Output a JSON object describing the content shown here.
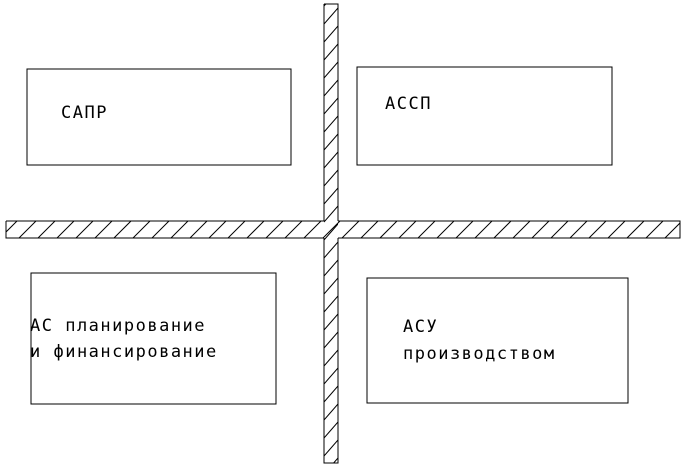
{
  "diagram": {
    "colors": {
      "line": "#000000",
      "background": "#ffffff"
    },
    "blocks": [
      {
        "id": "sapr",
        "lines": [
          "САПР"
        ]
      },
      {
        "id": "assp",
        "lines": [
          "АССП"
        ]
      },
      {
        "id": "as_planning",
        "lines": [
          "АС планирование",
          "и финансирование"
        ]
      },
      {
        "id": "asu_production",
        "lines": [
          "АСУ",
          "производством"
        ]
      }
    ]
  }
}
